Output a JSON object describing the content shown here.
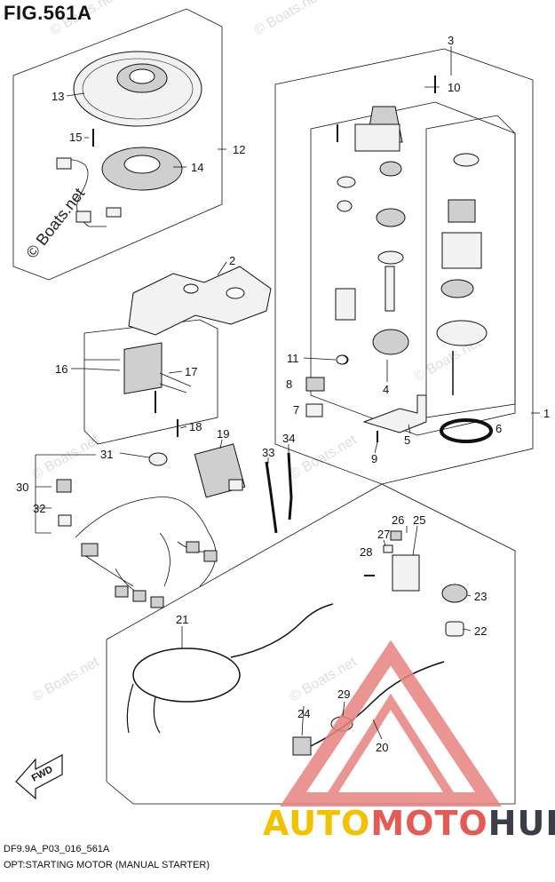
{
  "figure": {
    "title": "FIG.561A",
    "model_code": "DF9.9A_P03_016_561A",
    "caption": "OPT:STARTING MOTOR (MANUAL STARTER)"
  },
  "watermark": {
    "text": "© Boats.net"
  },
  "brand": {
    "part1": "AUTO",
    "part2": "MOTO",
    "part3": "HUB"
  },
  "fwd_label": "FWD",
  "callouts": [
    "1",
    "2",
    "3",
    "4",
    "5",
    "6",
    "7",
    "8",
    "9",
    "10",
    "11",
    "12",
    "13",
    "14",
    "15",
    "16",
    "17",
    "18",
    "19",
    "20",
    "21",
    "22",
    "23",
    "24",
    "25",
    "26",
    "27",
    "28",
    "29",
    "30",
    "31",
    "32",
    "33",
    "34"
  ],
  "colors": {
    "line": "#111111",
    "brand_yellow": "#f2c200",
    "brand_red": "#e45a55",
    "brand_dark": "#3a3f47",
    "triangle": "#e8837f"
  }
}
